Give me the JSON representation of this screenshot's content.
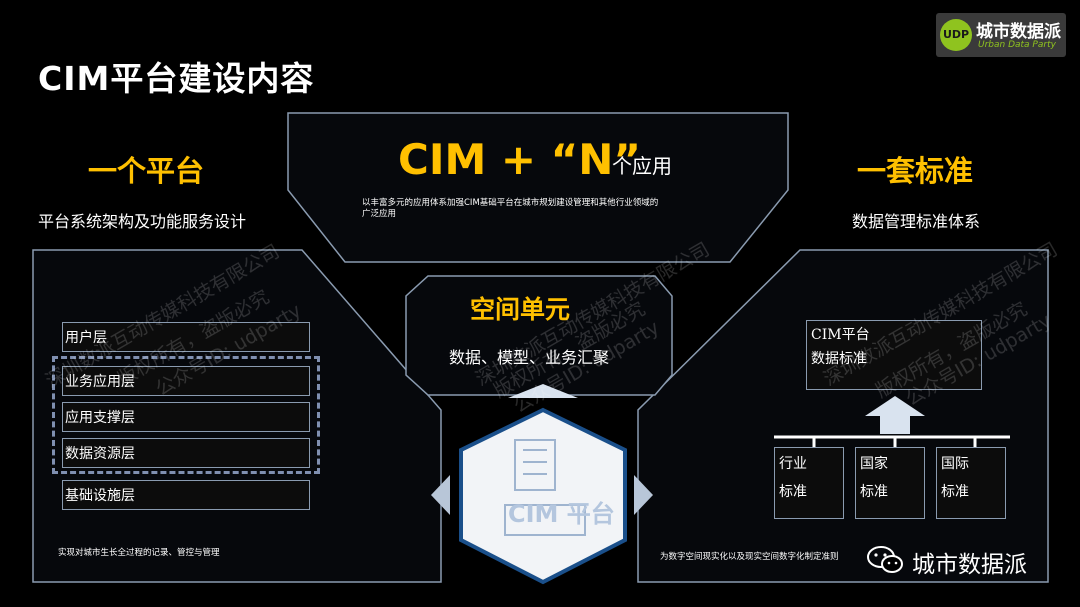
{
  "slide": {
    "title": "CIM平台建设内容"
  },
  "logo": {
    "mark": "UDP",
    "name": "城市数据派",
    "sub": "Urban Data Party"
  },
  "left": {
    "heading": "一个平台",
    "subheading": "平台系统架构及功能服务设计",
    "layers": [
      "用户层",
      "业务应用层",
      "应用支撑层",
      "数据资源层",
      "基础设施层"
    ],
    "caption": "实现对城市生长全过程的记录、管控与管理"
  },
  "top": {
    "big": "CIM + “N”",
    "suffix": "个应用",
    "desc_line1": "以丰富多元的应用体系加强CIM基础平台在城市规划建设管理和其他行业领域的",
    "desc_line2": "广泛应用"
  },
  "center": {
    "title": "空间单元",
    "subtitle": "数据、模型、业务汇聚",
    "hex_label": "CIM 平台"
  },
  "right": {
    "heading": "一套标准",
    "subheading": "数据管理标准体系",
    "top_box_line1": "CIM平台",
    "top_box_line2": "数据标准",
    "standards": [
      {
        "l1": "行业",
        "l2": "标准"
      },
      {
        "l1": "国家",
        "l2": "标准"
      },
      {
        "l1": "国际",
        "l2": "标准"
      }
    ],
    "caption": "为数字空间现实化以及现实空间数字化制定准则"
  },
  "watermarks": {
    "line1": "深圳数派互动传媒科技有限公司",
    "line2": "版权所有，盗版必究",
    "line3": "公众号ID: udparty"
  },
  "footer": {
    "brand": "城市数据派"
  },
  "colors": {
    "accent": "#ffc000",
    "panel_border": "#8a9bb0",
    "logo_green": "#8fc31f"
  }
}
